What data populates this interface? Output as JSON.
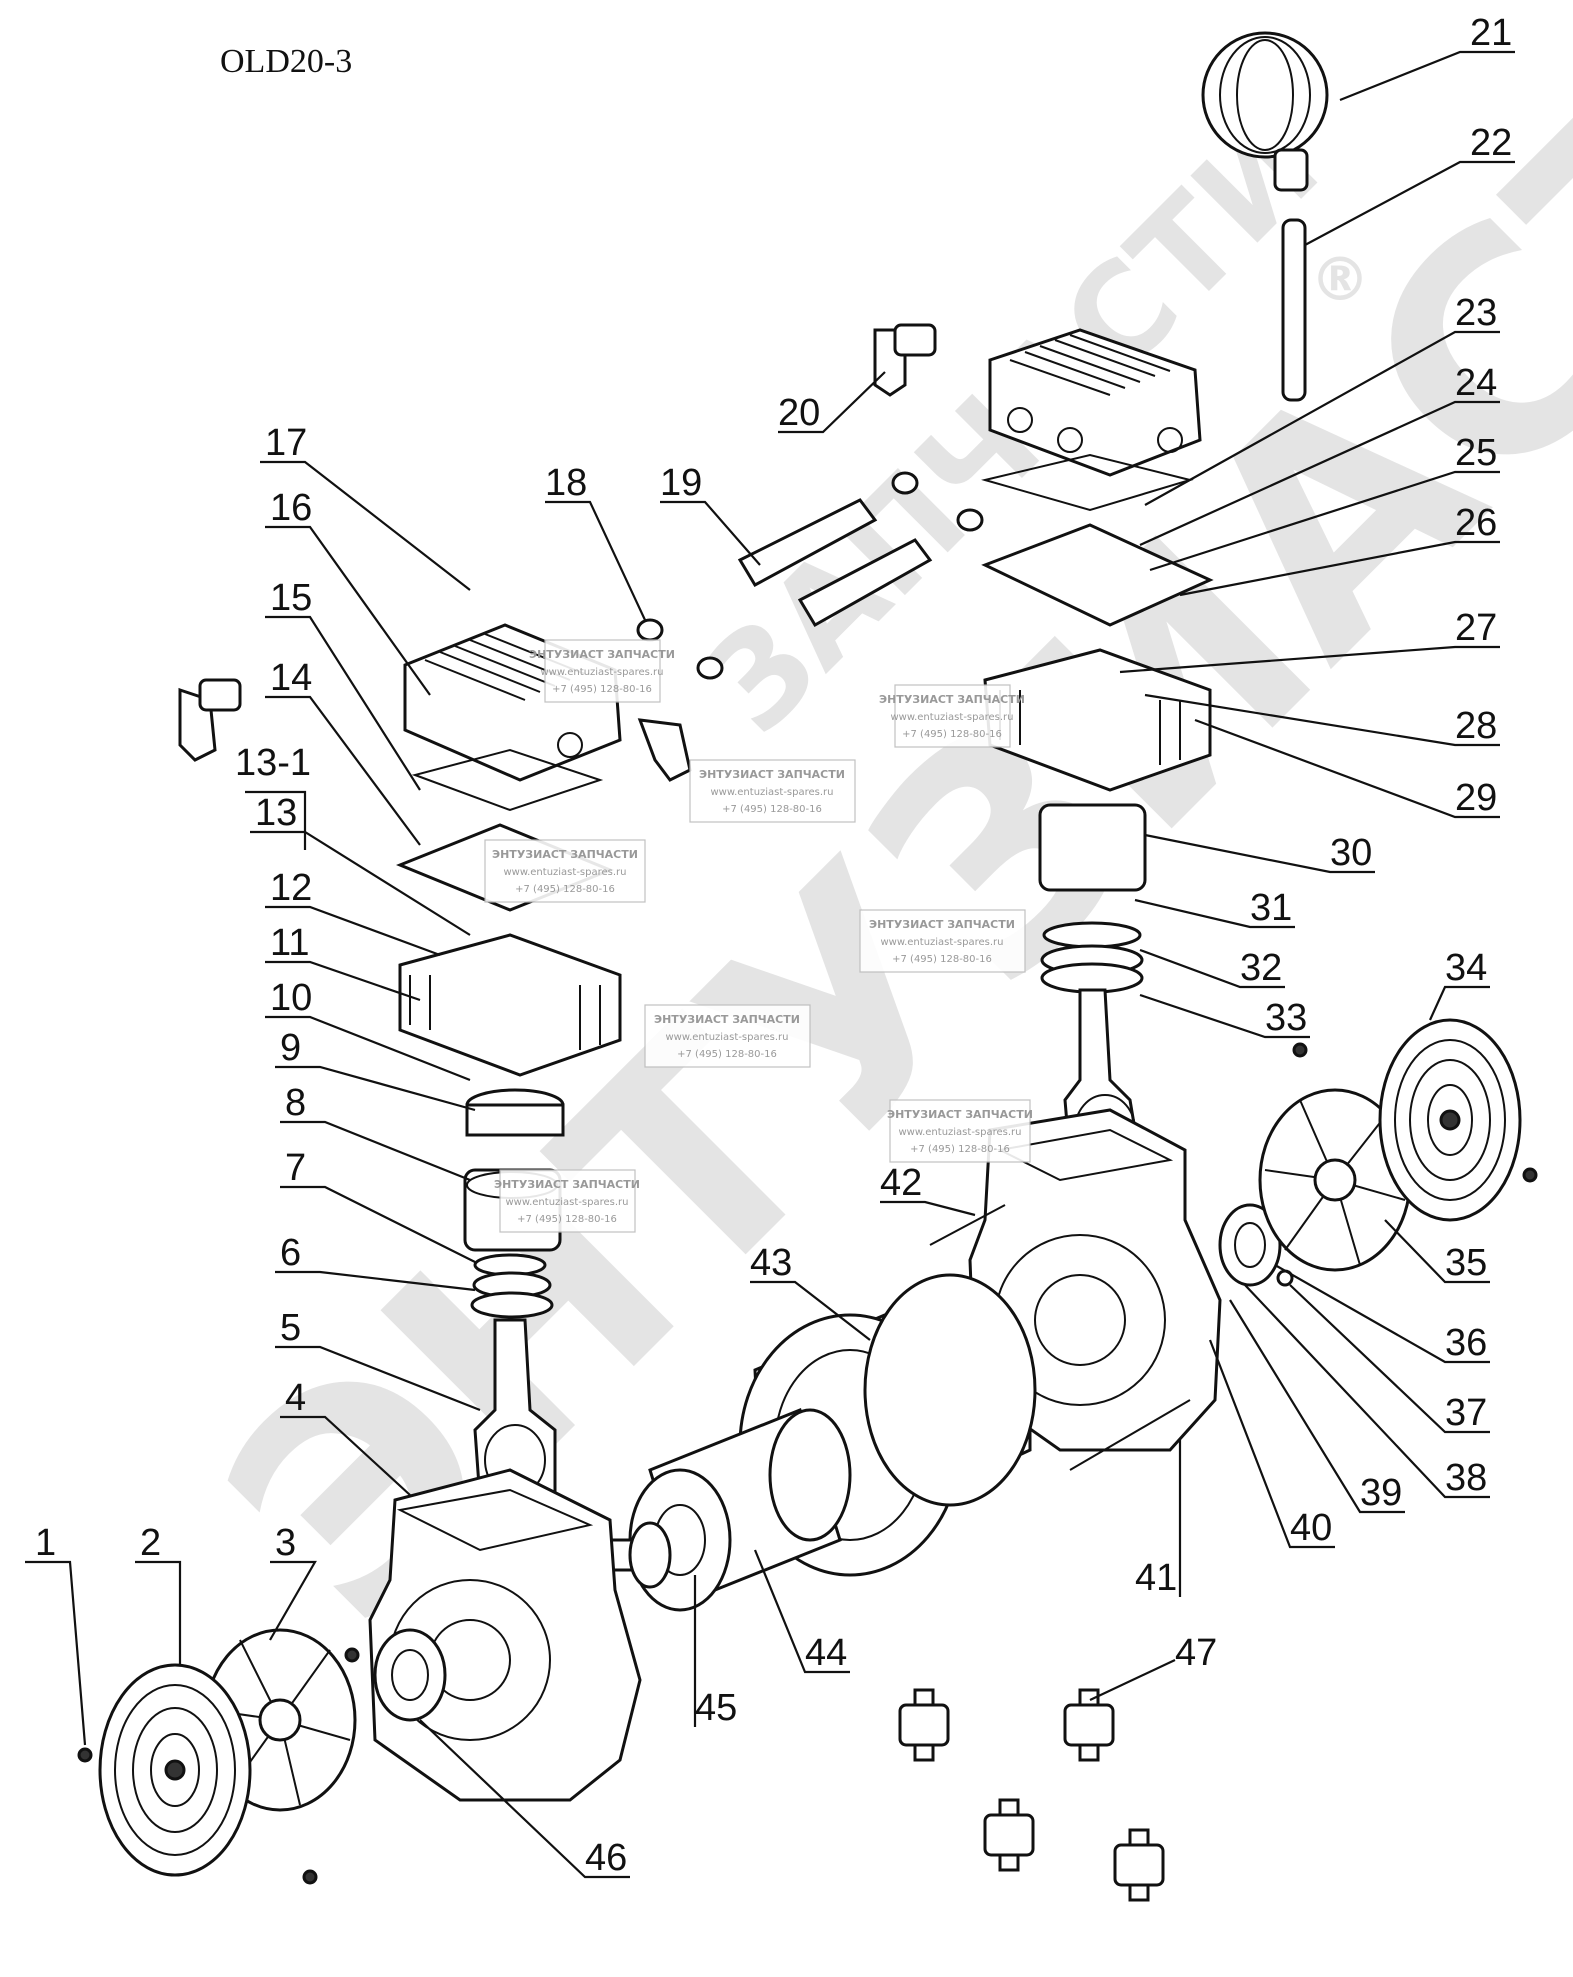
{
  "title": "OLD20-3",
  "watermark": {
    "main": "ЭНТУЗИАСТ",
    "secondary": "ЗАПЧАСТИ",
    "registered": "®",
    "stamp_name": "ЭНТУЗИАСТ ЗАПЧАСТИ",
    "stamp_url": "www.entuziast-spares.ru",
    "stamp_phone": "+7 (495) 128-80-16"
  },
  "callouts": [
    "1",
    "2",
    "3",
    "4",
    "5",
    "6",
    "7",
    "8",
    "9",
    "10",
    "11",
    "12",
    "13",
    "13-1",
    "14",
    "15",
    "16",
    "17",
    "18",
    "19",
    "20",
    "21",
    "22",
    "23",
    "24",
    "25",
    "26",
    "27",
    "28",
    "29",
    "30",
    "31",
    "32",
    "33",
    "34",
    "35",
    "36",
    "37",
    "38",
    "39",
    "40",
    "41",
    "42",
    "43",
    "44",
    "45",
    "46",
    "47"
  ]
}
